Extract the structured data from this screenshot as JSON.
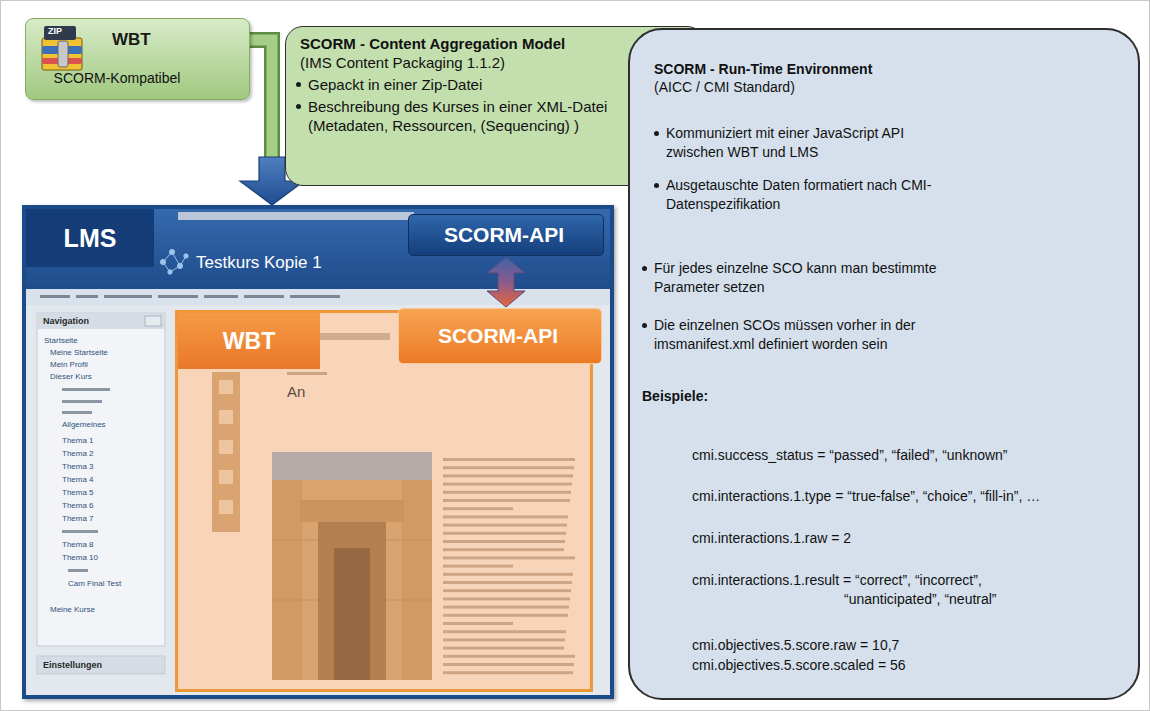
{
  "diagram": {
    "nodes": [
      {
        "text": [
          "WBT",
          "SCORM-Kompatibel"
        ]
      },
      {
        "text": [
          "SCORM - Content Aggregation Model",
          "(IMS Content Packaging 1.1.2)",
          "Gepackt in einer Zip-Datei",
          "Beschreibung des Kurses in einer XML-Datei (Metadaten, Ressourcen, (Sequencing) )"
        ]
      },
      {
        "text": [
          "SCORM - Run-Time Environment",
          "(AICC / CMI Standard)",
          "Kommuniziert mit einer JavaScript API zwischen WBT und LMS",
          "Ausgetauschte Daten formatiert nach CMI-Datenspezifikation",
          "Für jedes einzelne SCO kann man bestimmte Parameter setzen",
          "Die einzelnen SCOs müssen vorher in der imsmanifest.xml definiert worden sein",
          "Beispiele:",
          "cmi.success_status = “passed”, “failed”, “unknown”",
          "cmi.interactions.1.type = “true-false”, “choice”, “fill-in”, …",
          "cmi.interactions.1.raw = 2",
          "cmi.interactions.1.result = “correct”, “incorrect”, “unanticipated”, “neutral”",
          "cmi.objectives.5.score.raw = 10,7",
          "cmi.objectives.5.score.scaled = 56"
        ]
      },
      {
        "text": [
          "LMS",
          "Testkurs Kopie 1"
        ]
      },
      {
        "text": [
          "SCORM-API"
        ],
        "in": 3
      },
      {
        "text": [
          "WBT"
        ],
        "in": 3
      },
      {
        "text": [
          "SCORM-API"
        ],
        "in": 5
      }
    ],
    "edges": [
      {
        "from": 0,
        "to": 3,
        "arrow": "to"
      },
      {
        "from": 4,
        "to": 6,
        "arrow": "both"
      }
    ],
    "labels": [
      "ZIP",
      "Navigation",
      "Startseite",
      "Meine Startseite",
      "Mein Profil",
      "Dieser Kurs",
      "Allgemeines",
      "Thema 1",
      "Thema 2",
      "Thema 3",
      "Thema 4",
      "Thema 5",
      "Thema 6",
      "Thema 7",
      "Thema 8",
      "Thema 10",
      "Cam Final Test",
      "Meine Kurse",
      "Einstellungen",
      "An"
    ]
  }
}
